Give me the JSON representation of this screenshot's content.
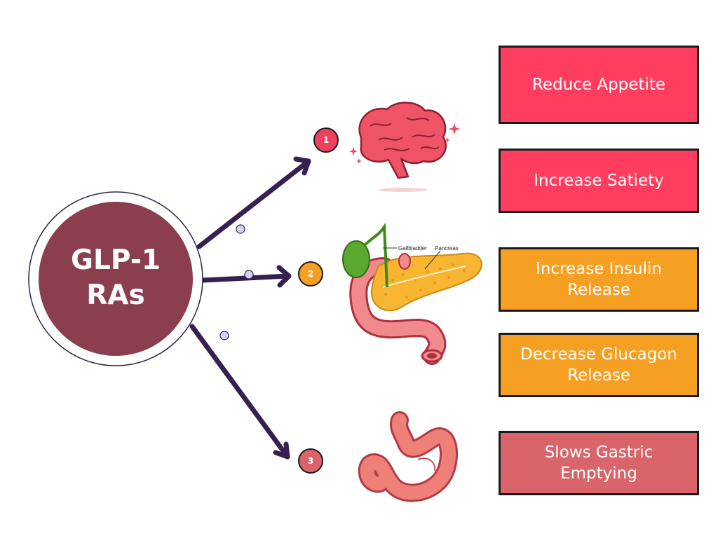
{
  "hub": {
    "lines": [
      "GLP-1",
      "RAs"
    ],
    "fill": "#8a3e4e"
  },
  "steps": [
    {
      "label": "1",
      "color": "#f0405f"
    },
    {
      "label": "2",
      "color": "#f5a023"
    },
    {
      "label": "3",
      "color": "#d9646a"
    }
  ],
  "anatomy_labels": {
    "gallbladder": "Gallbladder",
    "pancreas": "Pancreas"
  },
  "effects": [
    {
      "lines": [
        "Reduce Appetite"
      ],
      "color": "#ff3d5e"
    },
    {
      "lines": [
        "Increase Satiety"
      ],
      "color": "#ff3d5e"
    },
    {
      "lines": [
        "Increase Insulin",
        "Release"
      ],
      "color": "#f5a023"
    },
    {
      "lines": [
        "Decrease Glucagon",
        "Release"
      ],
      "color": "#f5a023"
    },
    {
      "lines": [
        "Slows Gastric",
        "Emptying"
      ],
      "color": "#d9646a"
    }
  ],
  "icons": [
    "brain-icon",
    "pancreas-icon",
    "stomach-icon"
  ],
  "arrow_color": "#35204f"
}
